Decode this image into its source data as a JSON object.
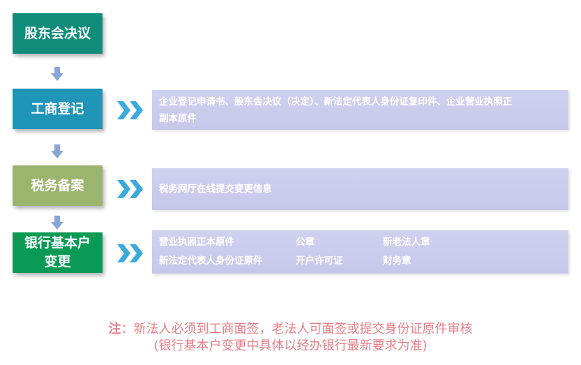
{
  "steps": [
    {
      "label": "股东会决议"
    },
    {
      "label": "工商登记"
    },
    {
      "label": "税务备案"
    },
    {
      "label_line1": "银行基本户",
      "label_line2": "变更"
    }
  ],
  "details": {
    "business_registration": {
      "line1": "企业登记申请书、股东会决议（决定）、新法定代表人身份证复印件、企业营业执照正",
      "line2": "副本原件"
    },
    "tax_filing": {
      "line1": "税务网厅在线提交变更信息"
    },
    "bank_account": {
      "rows": [
        [
          "营业执照正本原件",
          "公章",
          "新老法人章"
        ],
        [
          "新法定代表人身份证原件",
          "开户许可证",
          "财务章"
        ]
      ]
    }
  },
  "note": {
    "label": "注",
    "line1_text": "：新法人必须到工商面签，老法人可面签或提交身份证原件审核",
    "line2": "(银行基本户变更中具体以经办银行最新要求为准)"
  },
  "colors": {
    "step1": "#0f8d7a",
    "step2": "#1f95b8",
    "step3": "#9bb56e",
    "step4": "#0a9a55",
    "arrow": "#8aa6d6",
    "chevron": "#3aa9dc",
    "panel": "#c8c9eb",
    "note": "#e87d87"
  },
  "icons": [
    "down-arrow-icon",
    "double-chevron-right-icon"
  ]
}
